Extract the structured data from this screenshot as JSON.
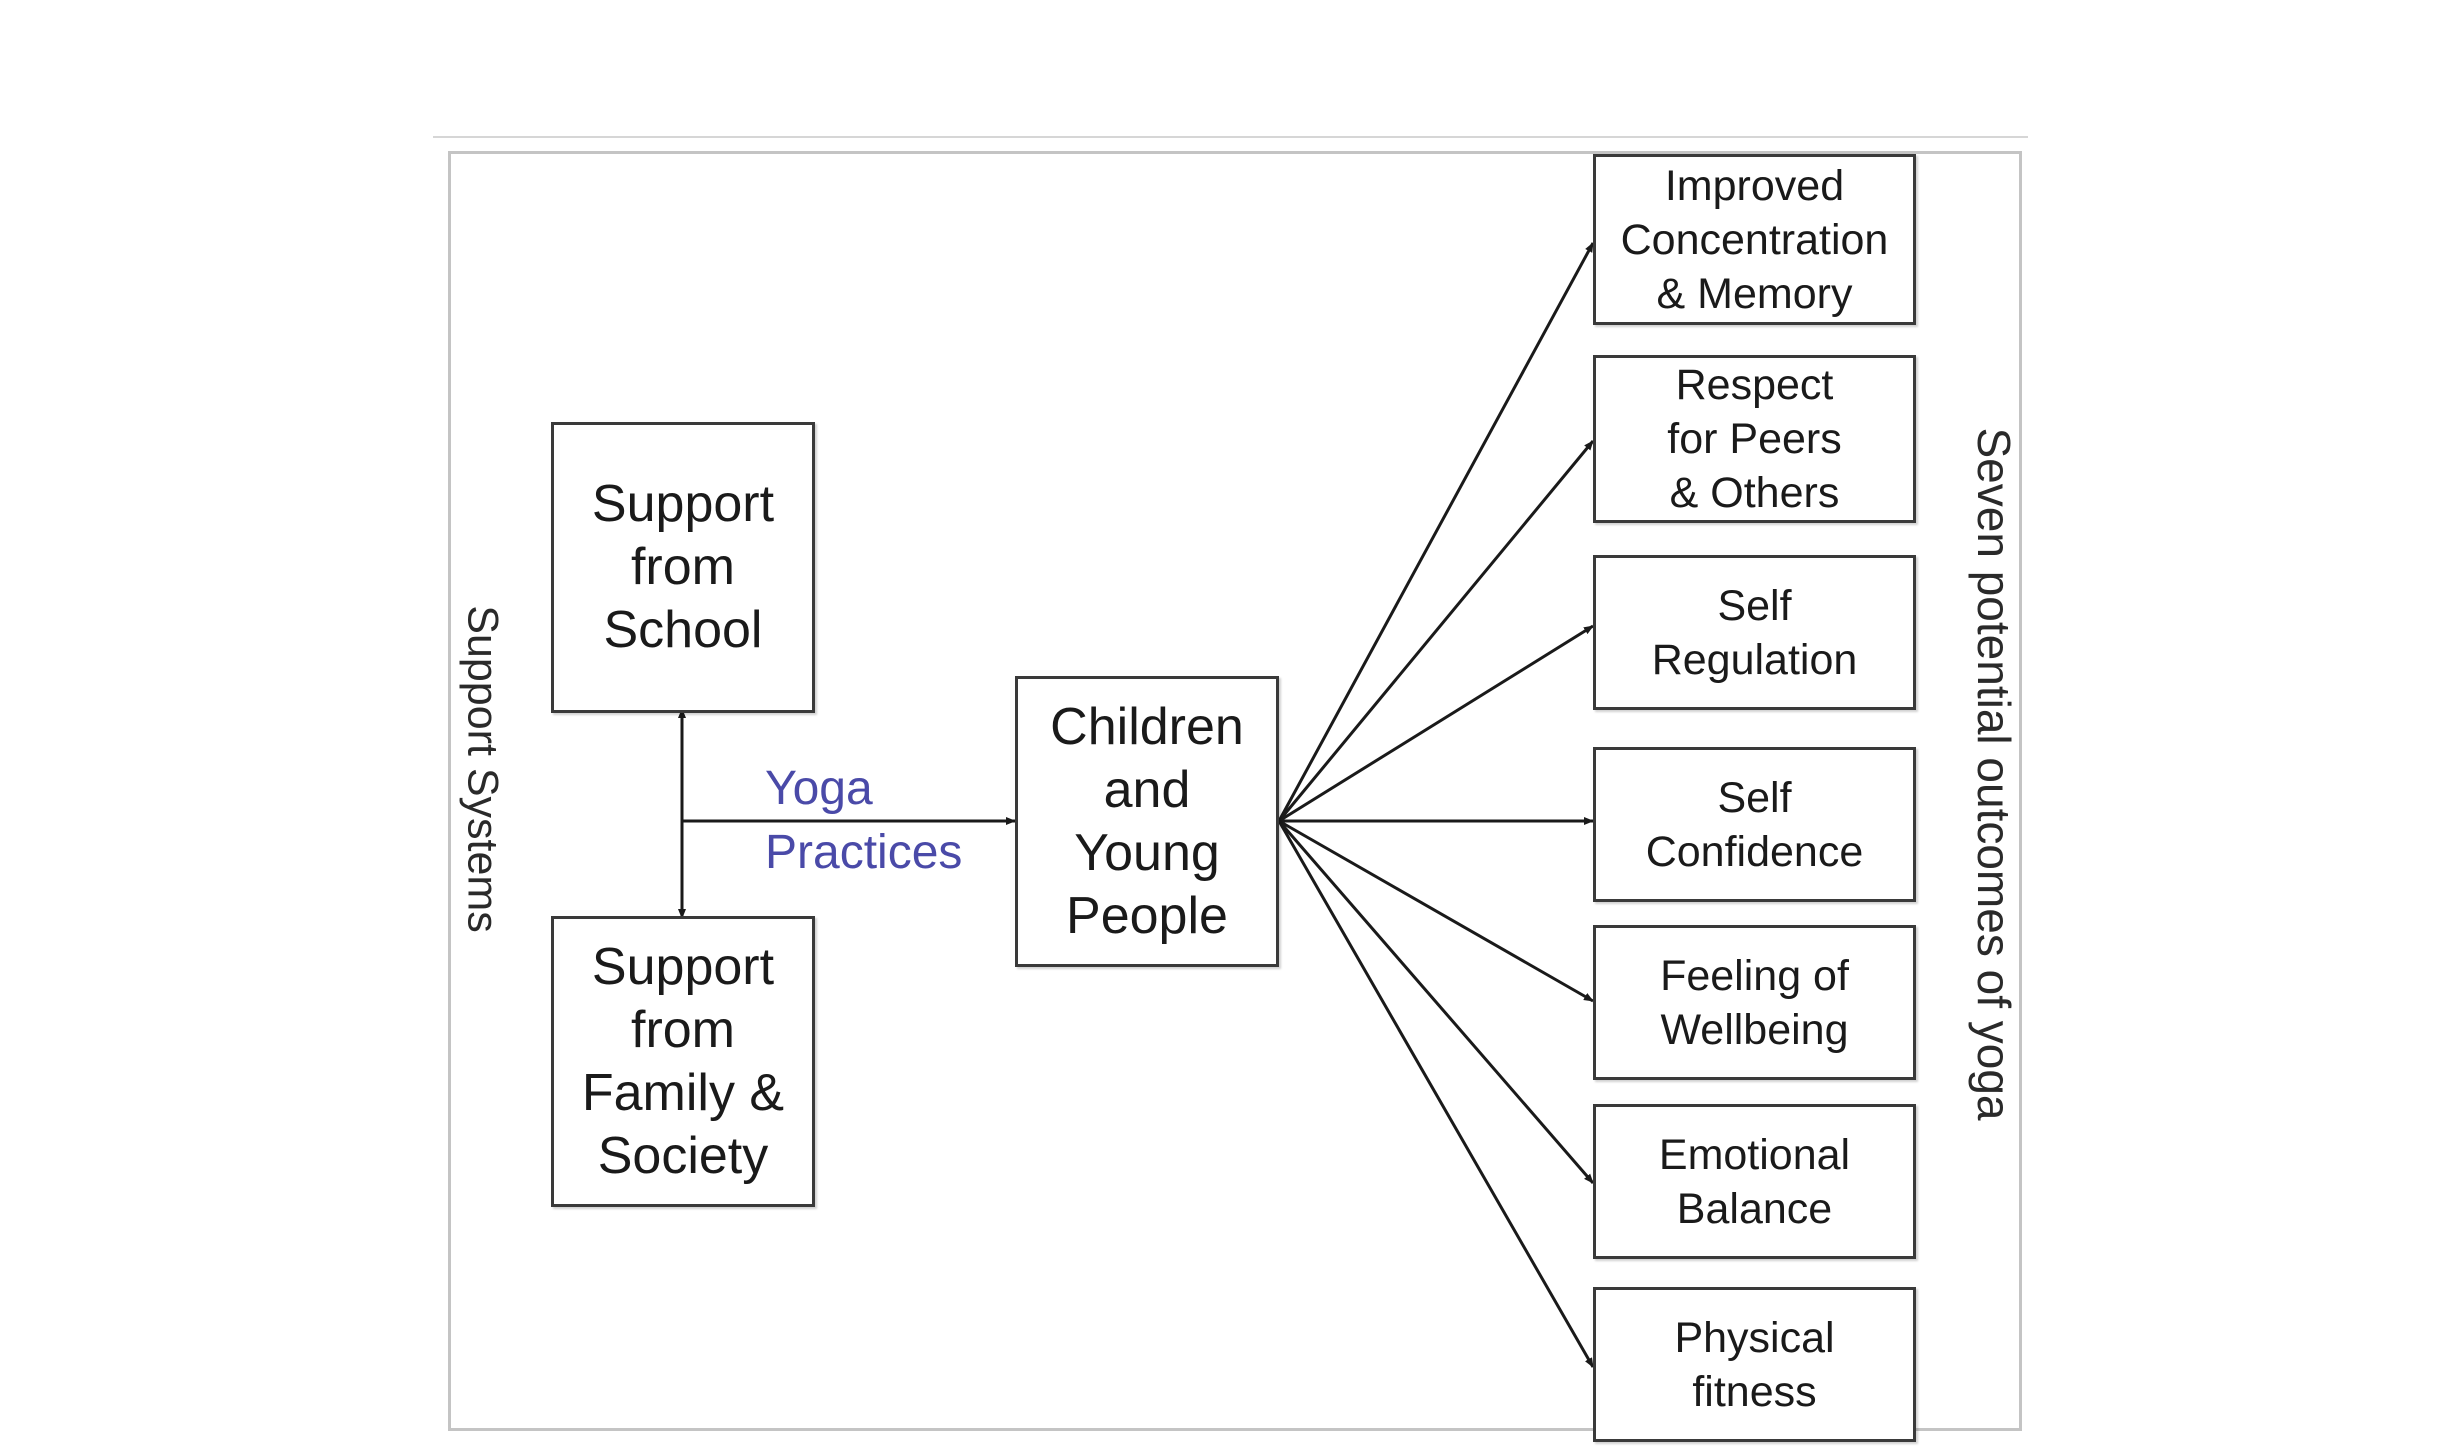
{
  "diagram": {
    "support_systems_label": "Support Systems",
    "outcomes_label": "Seven potential outcomes of yoga",
    "support_school": "Support\nfrom\nSchool",
    "support_family": "Support\nfrom\nFamily &\nSociety",
    "yoga_practices": "Yoga\nPractices",
    "center": "Children\nand\nYoung\nPeople",
    "outcomes": [
      "Improved\nConcentration\n& Memory",
      "Respect\nfor Peers\n& Others",
      "Self\nRegulation",
      "Self\nConfidence",
      "Feeling of\nWellbeing",
      "Emotional\nBalance",
      "Physical\nfitness"
    ],
    "colors": {
      "yoga_text": "#4a4aa8",
      "lines": "#1a1a1a",
      "box_border": "#3a3a3a",
      "frame": "#c4c4c4"
    }
  }
}
